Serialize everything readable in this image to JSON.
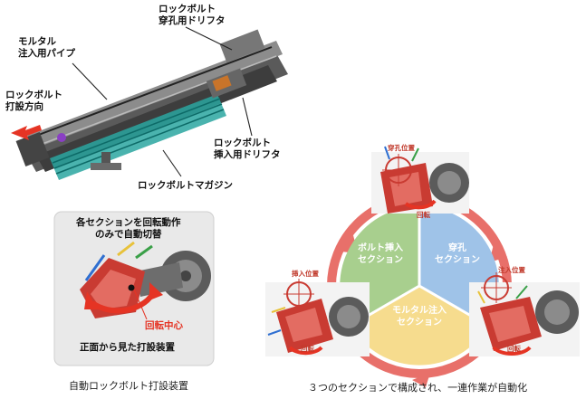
{
  "callouts": {
    "drifter_drill": [
      "ロックボルト",
      "穿孔用ドリフタ"
    ],
    "mortar_pipe": [
      "モルタル",
      "注入用パイプ"
    ],
    "bolt_direction": [
      "ロックボルト",
      "打設方向"
    ],
    "drifter_insert": [
      "ロックボルト",
      "挿入用ドリフタ"
    ],
    "magazine": "ロックボルトマガジン"
  },
  "inset": {
    "header": [
      "各セクションを回転動作",
      "のみで自動切替"
    ],
    "center_label": "回転中心",
    "footer": "正面から見た打設装置"
  },
  "cycle": {
    "sections": {
      "insert": [
        "ボルト挿入",
        "セクション"
      ],
      "drill": [
        "穿孔",
        "セクション"
      ],
      "mortar": [
        "モルタル注入",
        "セクション"
      ]
    },
    "positions": {
      "drill": "穿孔位置",
      "insert": "挿入位置",
      "mortar": "注入位置"
    },
    "rotate_label": "回転",
    "colors": {
      "insert": "#a8cf8e",
      "drill": "#9fc3e8",
      "mortar": "#f6dc8e",
      "ring": "#e8706a"
    }
  },
  "captions": {
    "left": "自動ロックボルト打設装置",
    "right": "３つのセクションで構成され、一連作業が自動化"
  }
}
